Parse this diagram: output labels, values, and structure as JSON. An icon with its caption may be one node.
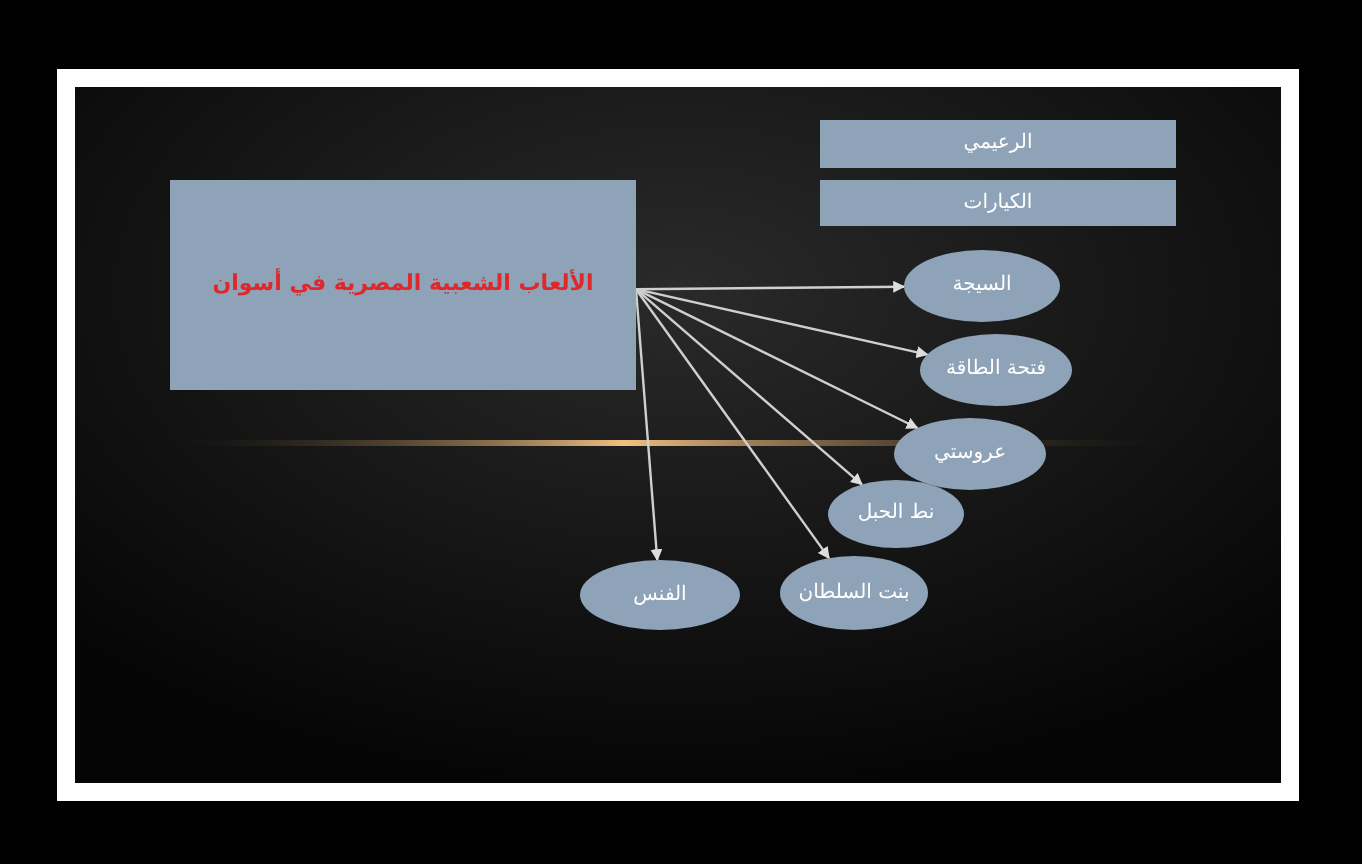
{
  "diagram": {
    "nodes": [
      {
        "text": [
          "الألعاب الشعبية المصرية في أسوان"
        ]
      },
      {
        "text": [
          "الرعيمي"
        ]
      },
      {
        "text": [
          "الكيارات"
        ]
      },
      {
        "text": [
          "السيجة"
        ]
      },
      {
        "text": [
          "فتحة الطاقة"
        ]
      },
      {
        "text": [
          "عروستي"
        ]
      },
      {
        "text": [
          "نط الحبل"
        ]
      },
      {
        "text": [
          "بنت السلطان"
        ]
      },
      {
        "text": [
          "الفنس"
        ]
      }
    ],
    "edges": [
      {
        "from": 0,
        "to": 3,
        "arrow": "to"
      },
      {
        "from": 0,
        "to": 4,
        "arrow": "to"
      },
      {
        "from": 0,
        "to": 5,
        "arrow": "to"
      },
      {
        "from": 0,
        "to": 6,
        "arrow": "to"
      },
      {
        "from": 0,
        "to": 7,
        "arrow": "to"
      },
      {
        "from": 0,
        "to": 8,
        "arrow": "to"
      }
    ]
  }
}
